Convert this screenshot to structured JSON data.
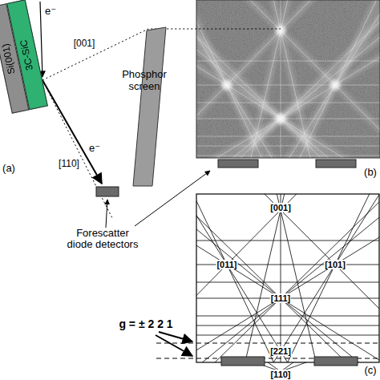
{
  "diagram": {
    "nodes": [
      {
        "text": [
          "Si(001)"
        ]
      },
      {
        "text": [
          "3C-SiC"
        ]
      },
      {
        "text": [
          "Phosphor screen"
        ]
      }
    ],
    "labels": [
      "e⁻",
      "[001]",
      "[110]",
      "e⁻",
      "(a)",
      "Forescatter diode detectors",
      "(b)",
      "[001]",
      "[011]",
      "[101]",
      "[111]",
      "g = ± 2 2 1",
      "[221]",
      "[110]",
      "(c)"
    ]
  }
}
